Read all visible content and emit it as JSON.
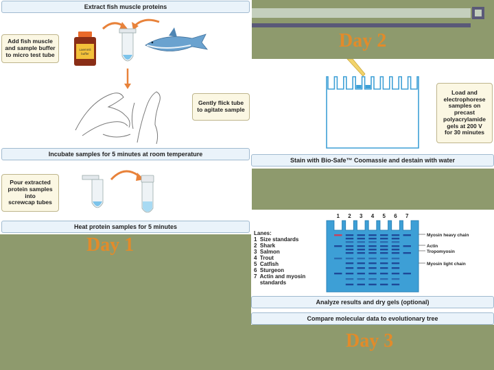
{
  "day1": {
    "banner_top": "Extract fish muscle proteins",
    "note_add": "Add fish muscle\nand sample buffer\nto micro test tube",
    "bottle_label": "Laemmli\nbuffer",
    "note_flick": "Gently flick tube\nto agitate sample",
    "banner_incubate": "Incubate samples for 5 minutes at room temperature",
    "note_pour": "Pour extracted\nprotein samples\ninto\nscrewcap tubes",
    "banner_heat": "Heat protein samples for 5 minutes",
    "day_label": "Day 1"
  },
  "day2": {
    "day_label": "Day 2",
    "note_load": "Load and\nelectrophorese\nsamples on\nprecast\npolyacrylamide\ngels at 200 V\nfor 30 minutes",
    "banner_stain": "Stain with Bio-Safe™ Coomassie and destain with water"
  },
  "day3": {
    "lane_numbers": [
      "1",
      "2",
      "3",
      "4",
      "5",
      "6",
      "7"
    ],
    "lanes_title": "Lanes:",
    "lanes": [
      "1  Size standards",
      "2  Shark",
      "3  Salmon",
      "4  Trout",
      "5  Catfish",
      "6  Sturgeon",
      "7  Actin and myosin",
      "    standards"
    ],
    "band_labels": [
      "Myosin heavy chain",
      "Actin",
      "Tropomyosin",
      "Myosin light chain"
    ],
    "banner_analyze": "Analyze results and dry gels (optional)",
    "banner_compare": "Compare molecular data to evolutionary tree",
    "day_label": "Day 3"
  },
  "colors": {
    "background": "#8e9a6d",
    "day_text": "#e28b2a",
    "gel": "#3d9fd6",
    "band": "#1b3f91",
    "standard_red": "#d8344e"
  }
}
